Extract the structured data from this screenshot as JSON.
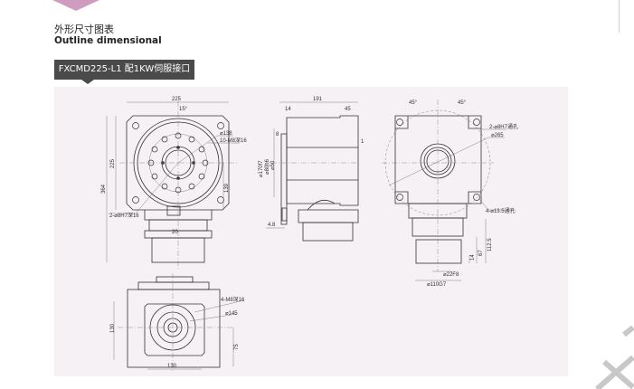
{
  "header": {
    "title_cn": "外形尺寸图表",
    "title_en": "Outline dimensional"
  },
  "model_label": "FXCMD225-L1 配1KW伺服接口",
  "front_view": {
    "width": "225",
    "angle": "15°",
    "height": "225",
    "total_height": "364",
    "dim_139": "139",
    "pcd": "⌀138",
    "tapped_holes": "10-M8深16",
    "pin_holes": "2-⌀8H7深16",
    "dim_20": "20"
  },
  "side_view": {
    "length": "191",
    "dim_14": "14",
    "dim_45": "45",
    "dim_1": "1",
    "dim_8": "8",
    "dia_170": "⌀170f7",
    "dia_80": "⌀80h6",
    "dia_50": "⌀50",
    "dim_4_8": "4.8"
  },
  "rear_view": {
    "angle_left": "45°",
    "angle_right": "45°",
    "pin_holes": "2-⌀8H7通孔",
    "pcd": "⌀265",
    "through_holes": "4-⌀13.5通孔",
    "dim_112_5": "112.5",
    "dim_67": "67",
    "dim_14": "14",
    "dia_22": "⌀22F8",
    "dia_110": "⌀110G7"
  },
  "bottom_view": {
    "tapped_holes": "4-M8深16",
    "pcd": "⌀145",
    "height": "130",
    "width": "130",
    "dim_75": "75"
  }
}
